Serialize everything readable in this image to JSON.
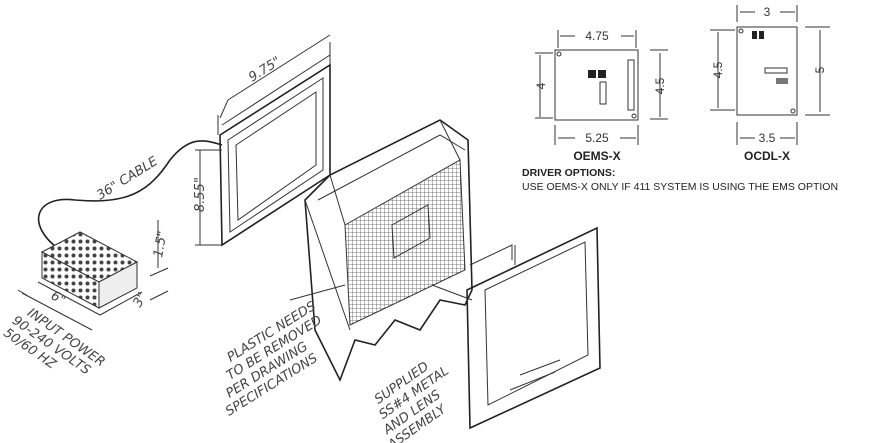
{
  "drawing": {
    "panel": {
      "width_dim": "9.75\"",
      "height_dim": "8.55\""
    },
    "cable_label": "36\" CABLE",
    "power_supply": {
      "height_dim": "1.5\"",
      "length_dim": "6\"",
      "depth_dim": "3\"",
      "label_lines": [
        "INPUT POWER",
        "90-240 VOLTS",
        "50/60 HZ"
      ]
    },
    "plastic_note_lines": [
      "PLASTIC NEEDS",
      "TO BE REMOVED",
      "PER DRAWING",
      "SPECIFICATIONS"
    ],
    "bezel_note_lines": [
      "SUPPLIED",
      "SS#4 METAL",
      "AND LENS",
      "ASSEMBLY"
    ]
  },
  "drivers": {
    "oems": {
      "name": "OEMS-X",
      "top_dim": "4.75",
      "left_dim": "4",
      "right_dim": "4.5",
      "bottom_dim": "5.25"
    },
    "ocdl": {
      "name": "OCDL-X",
      "top_dim": "3",
      "left_dim": "4.5",
      "right_dim": "5",
      "bottom_dim": "3.5"
    },
    "options_title": "DRIVER OPTIONS:",
    "options_text": "USE OEMS-X ONLY IF 411 SYSTEM IS USING THE EMS OPTION"
  }
}
